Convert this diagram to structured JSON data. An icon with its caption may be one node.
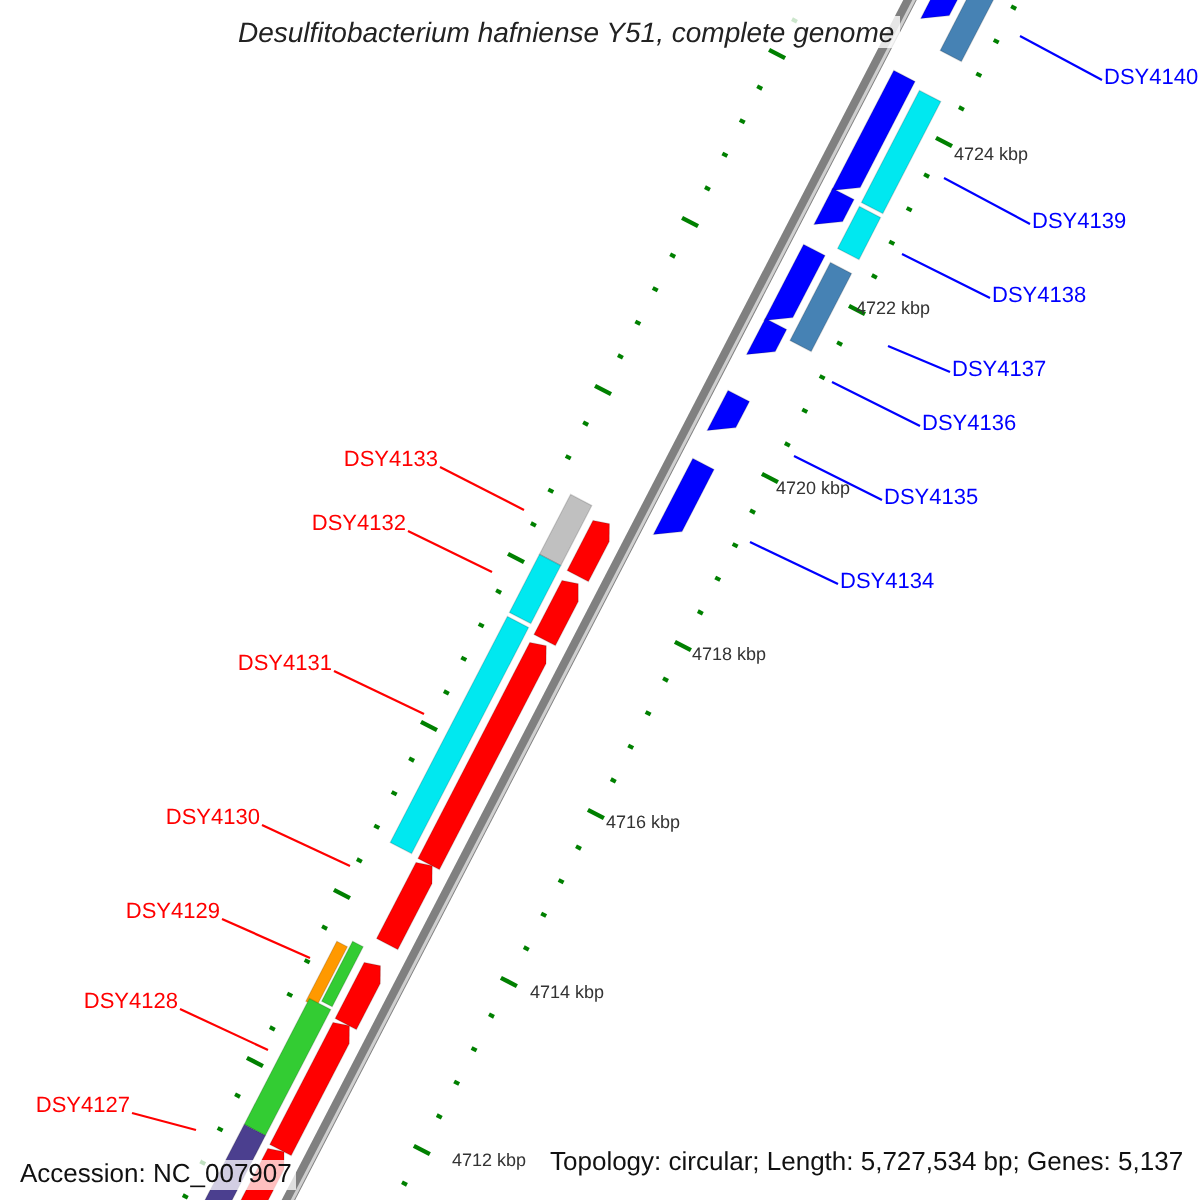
{
  "diagram": {
    "title": "Desulfitobacterium hafniense Y51, complete genome",
    "nodes": [
      {
        "text": [
          "DSY4140"
        ]
      },
      {
        "text": [
          "DSY4139"
        ]
      },
      {
        "text": [
          "DSY4138"
        ]
      },
      {
        "text": [
          "DSY4137"
        ]
      },
      {
        "text": [
          "DSY4136"
        ]
      },
      {
        "text": [
          "DSY4133"
        ]
      },
      {
        "text": [
          "DSY4135"
        ]
      },
      {
        "text": [
          "DSY4132"
        ]
      },
      {
        "text": [
          "DSY4134"
        ]
      },
      {
        "text": [
          "DSY4131"
        ]
      },
      {
        "text": [
          "DSY4130"
        ]
      },
      {
        "text": [
          "DSY4129"
        ]
      },
      {
        "text": [
          "DSY4128"
        ]
      },
      {
        "text": [
          "DSY4127"
        ]
      }
    ],
    "edges": [
      {
        "from": 0,
        "to": null,
        "arrow": "none",
        "color": "#0000ff"
      },
      {
        "from": 1,
        "to": null,
        "arrow": "none",
        "color": "#0000ff"
      },
      {
        "from": 2,
        "to": null,
        "arrow": "none",
        "color": "#0000ff"
      },
      {
        "from": 3,
        "to": null,
        "arrow": "none",
        "color": "#0000ff"
      },
      {
        "from": 4,
        "to": null,
        "arrow": "none",
        "color": "#0000ff"
      },
      {
        "from": 5,
        "to": null,
        "arrow": "none",
        "color": "#ff0000"
      },
      {
        "from": 6,
        "to": null,
        "arrow": "none",
        "color": "#0000ff"
      },
      {
        "from": 7,
        "to": null,
        "arrow": "none",
        "color": "#ff0000"
      },
      {
        "from": 8,
        "to": null,
        "arrow": "none",
        "color": "#0000ff"
      },
      {
        "from": 9,
        "to": null,
        "arrow": "none",
        "color": "#ff0000"
      },
      {
        "from": 10,
        "to": null,
        "arrow": "none",
        "color": "#ff0000"
      },
      {
        "from": 11,
        "to": null,
        "arrow": "none",
        "color": "#ff0000"
      },
      {
        "from": 12,
        "to": null,
        "arrow": "none",
        "color": "#ff0000"
      },
      {
        "from": 13,
        "to": null,
        "arrow": "none",
        "color": "#ff0000"
      }
    ],
    "labels": [
      "4724 kbp",
      "4722 kbp",
      "4720 kbp",
      "4718 kbp",
      "4716 kbp",
      "4714 kbp",
      "4712 kbp",
      "Accession: NC_007907",
      "Topology: circular; Length: 5,727,534 bp; Genes: 5,137"
    ]
  }
}
